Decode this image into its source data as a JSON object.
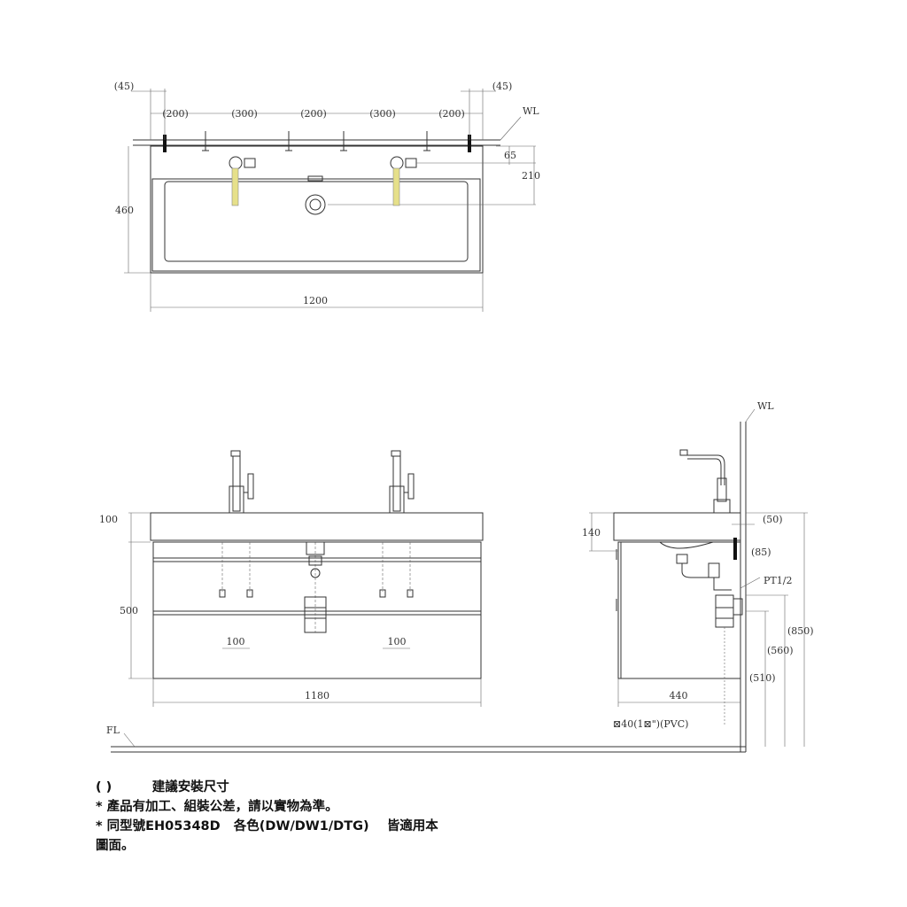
{
  "top_view": {
    "dims_top": [
      "(45)",
      "(200)",
      "(300)",
      "(200)",
      "(300)",
      "(200)",
      "(45)"
    ],
    "wl": "WL",
    "dim_65": "65",
    "dim_210": "210",
    "dim_460": "460",
    "dim_1200": "1200"
  },
  "front_view": {
    "dim_100_top": "100",
    "dim_500": "500",
    "dim_100_left": "100",
    "dim_100_right": "100",
    "dim_1180": "1180",
    "fl": "FL"
  },
  "side_view": {
    "wl": "WL",
    "dim_140": "140",
    "dim_50": "(50)",
    "dim_85": "(85)",
    "pt": "PT1/2",
    "dim_850": "(850)",
    "dim_560": "(560)",
    "dim_510": "(510)",
    "dim_440": "440",
    "pvc": "⊠40(1⊠\")(PVC)"
  },
  "notes": {
    "line1": "( )         建議安裝尺寸",
    "line2": "* 產品有加工、組裝公差，請以實物為準。",
    "line3": "* 同型號EH05348D   各色(DW/DW1/DTG)    皆適用本",
    "line4": "圖面。"
  },
  "colors": {
    "faucet_accent": "#e6e08a",
    "line": "#333333"
  }
}
